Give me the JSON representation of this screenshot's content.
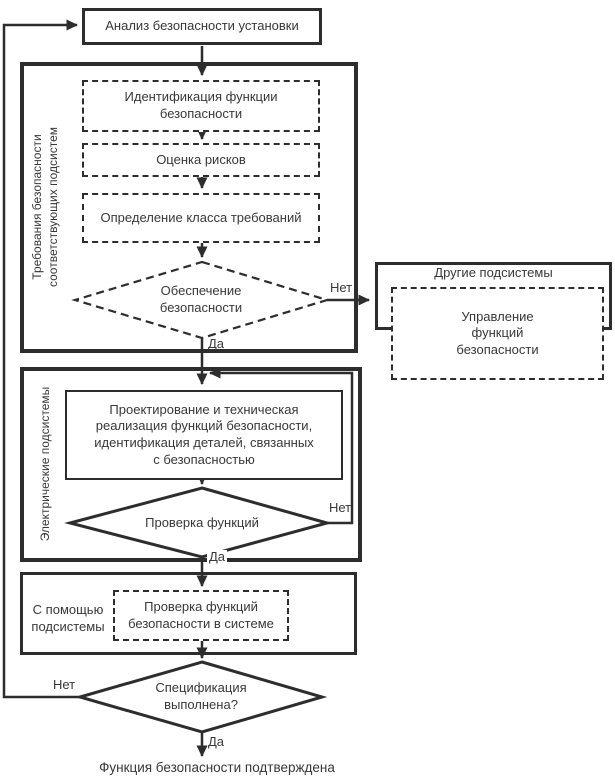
{
  "colors": {
    "line": "#2d2d2d",
    "text": "#383838",
    "background": "#ffffff"
  },
  "edge": {
    "yes": "Да",
    "no": "Нет"
  },
  "nodes": {
    "start": "Анализ безопасности установки",
    "identify": "Идентификация функции безопасности",
    "risk": "Оценка рисков",
    "req_class": "Определение класса требований",
    "ensure": "Обеспечение безопасности",
    "other_title": "Другие подсистемы",
    "other_manage": "Управление функций безопасности",
    "design_lines": [
      "Проектирование и техническая",
      "реализация функций безопасности,",
      "идентификация деталей, связанных",
      "с безопасностью"
    ],
    "verify_func": "Проверка функций",
    "verify_sys": "Проверка функций безопасности в системе",
    "spec_done": "Спецификация выполнена?",
    "confirmed": "Функция безопасности подтверждена"
  },
  "sections": {
    "requirements_lines": [
      "Требования безопасности",
      "соответствующих подсистем"
    ],
    "electrical": "Электрические подсистемы",
    "subsystem_lines": [
      "С помощью",
      "подсистемы"
    ]
  }
}
